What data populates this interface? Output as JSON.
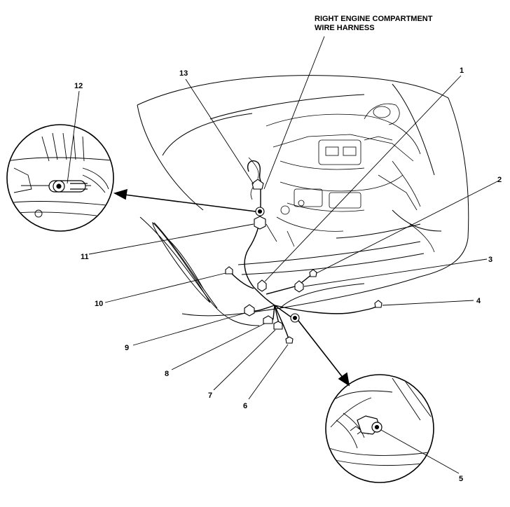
{
  "harness_title": {
    "line1": "RIGHT ENGINE COMPARTMENT",
    "line2": "WIRE HARNESS"
  },
  "callouts": [
    {
      "id": "1",
      "label": "1"
    },
    {
      "id": "2",
      "label": "2"
    },
    {
      "id": "3",
      "label": "3"
    },
    {
      "id": "4",
      "label": "4"
    },
    {
      "id": "5",
      "label": "5"
    },
    {
      "id": "6",
      "label": "6"
    },
    {
      "id": "7",
      "label": "7"
    },
    {
      "id": "8",
      "label": "8"
    },
    {
      "id": "9",
      "label": "9"
    },
    {
      "id": "10",
      "label": "10"
    },
    {
      "id": "11",
      "label": "11"
    },
    {
      "id": "12",
      "label": "12"
    },
    {
      "id": "13",
      "label": "13"
    }
  ],
  "colors": {
    "ink": "#000000",
    "background": "#ffffff"
  }
}
